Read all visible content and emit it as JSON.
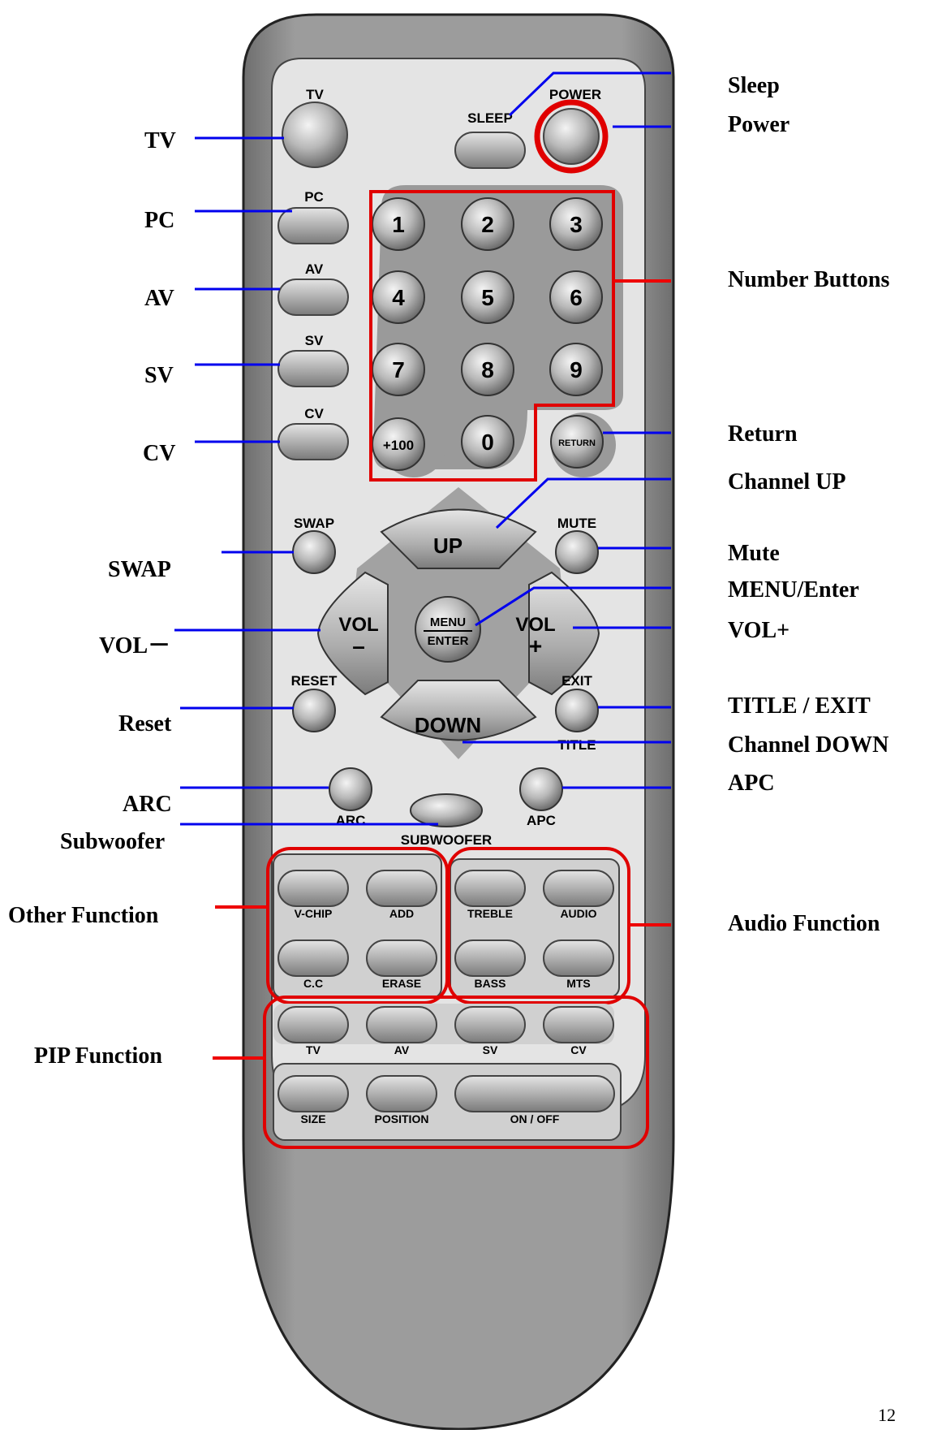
{
  "remote": {
    "labels": {
      "tv": "TV",
      "sleep": "SLEEP",
      "power": "POWER",
      "pc": "PC",
      "av": "AV",
      "sv": "SV",
      "cv": "CV",
      "plus100": "+100",
      "zero": "0",
      "return": "RETURN",
      "swap": "SWAP",
      "mute": "MUTE",
      "up": "UP",
      "down": "DOWN",
      "vol_minus_top": "VOL",
      "vol_minus_bottom": "–",
      "vol_plus_top": "VOL",
      "vol_plus_bottom": "+",
      "menu": "MENU",
      "enter": "ENTER",
      "reset": "RESET",
      "exit": "EXIT",
      "title": "TITLE",
      "arc": "ARC",
      "apc": "APC",
      "subwoofer": "SUBWOOFER",
      "vchip": "V-CHIP",
      "add": "ADD",
      "cc": "C.C",
      "erase": "ERASE",
      "treble": "TREBLE",
      "audio": "AUDIO",
      "bass": "BASS",
      "mts": "MTS",
      "pip_tv": "TV",
      "pip_av": "AV",
      "pip_sv": "SV",
      "pip_cv": "CV",
      "size": "SIZE",
      "position": "POSITION",
      "onoff": "ON / OFF"
    },
    "digits": [
      "1",
      "2",
      "3",
      "4",
      "5",
      "6",
      "7",
      "8",
      "9"
    ]
  },
  "callouts": {
    "tv": "TV",
    "pc": "PC",
    "av": "AV",
    "sv": "SV",
    "cv": "CV",
    "swap": "SWAP",
    "vol_minus": "VOL－",
    "reset": "Reset",
    "arc": "ARC",
    "subwoofer": "Subwoofer",
    "other_function": "Other Function",
    "pip_function": "PIP Function",
    "sleep": "Sleep",
    "power": "Power",
    "number_buttons": "Number Buttons",
    "return": "Return",
    "channel_up": "Channel UP",
    "mute": "Mute",
    "menu_enter": "MENU/Enter",
    "vol_plus": "VOL+",
    "title_exit": "TITLE / EXIT",
    "channel_down": "Channel DOWN",
    "apc": "APC",
    "audio_function": "Audio Function"
  },
  "page_number": "12",
  "colors": {
    "blue_line": "#0000ee",
    "red_line": "#ee0000",
    "body": "#8c8c8c",
    "panel": "#e2e2e2"
  }
}
